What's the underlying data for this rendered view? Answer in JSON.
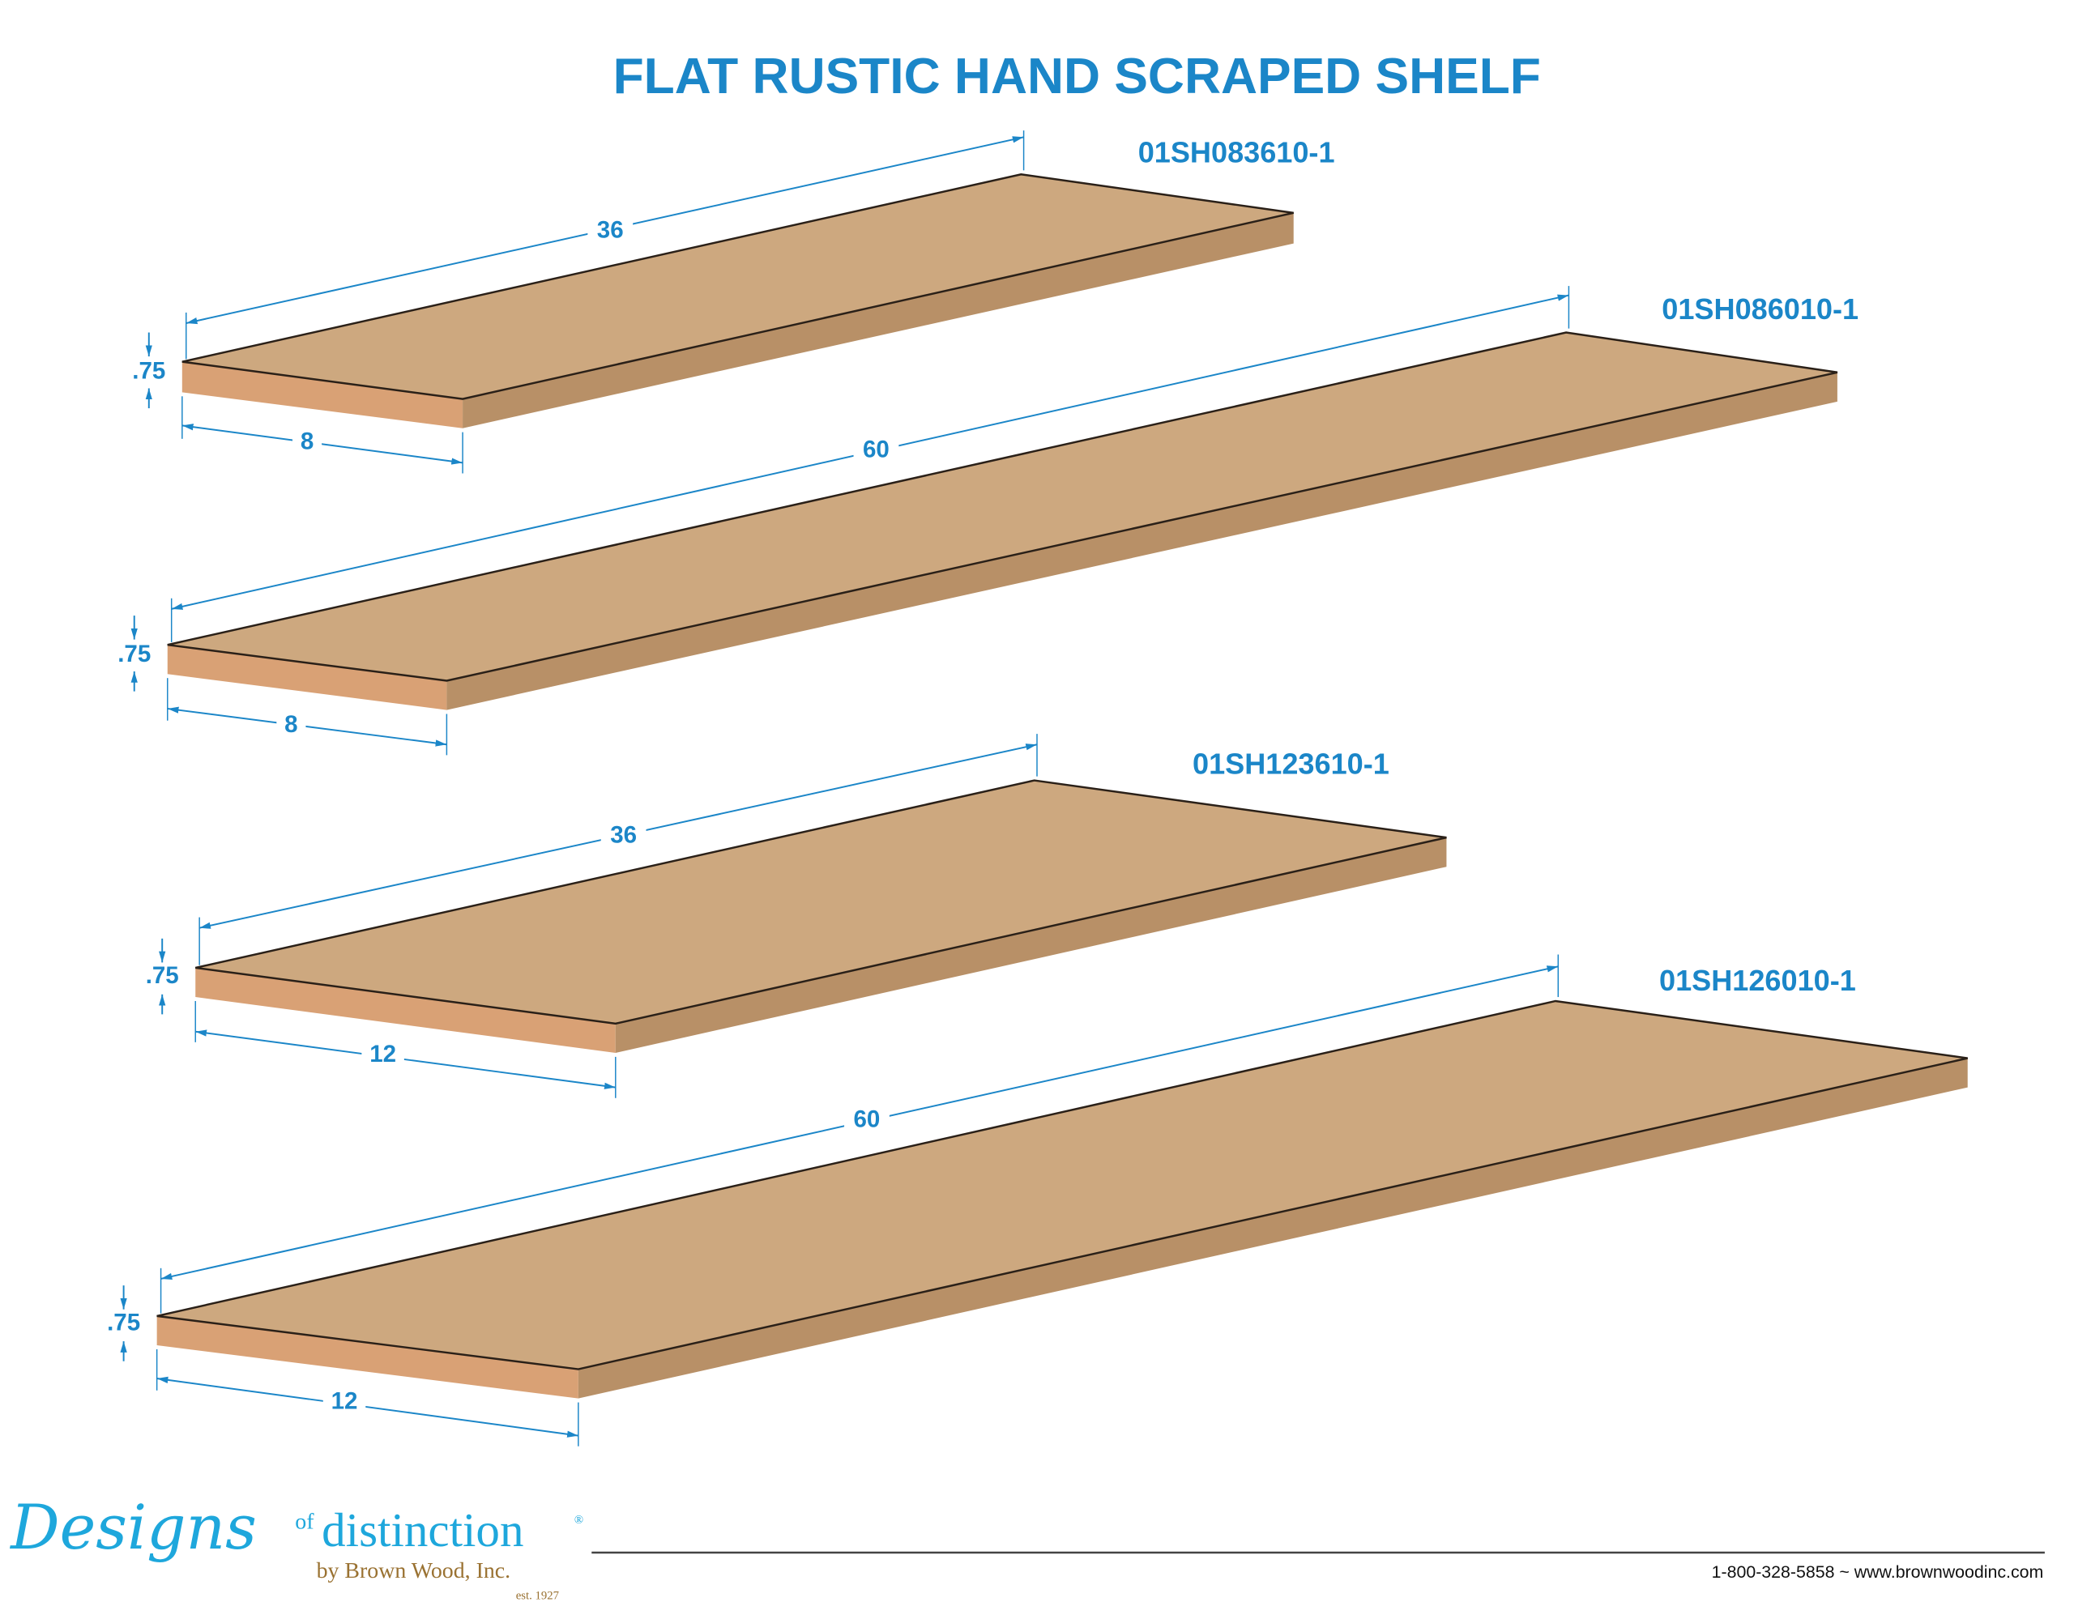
{
  "title": "FLAT RUSTIC HAND SCRAPED SHELF",
  "shelves": [
    {
      "part_number": "01SH083610-1",
      "length": "36",
      "width": "8",
      "thickness": ".75"
    },
    {
      "part_number": "01SH086010-1",
      "length": "60",
      "width": "8",
      "thickness": ".75"
    },
    {
      "part_number": "01SH123610-1",
      "length": "36",
      "width": "12",
      "thickness": ".75"
    },
    {
      "part_number": "01SH126010-1",
      "length": "60",
      "width": "12",
      "thickness": ".75"
    }
  ],
  "footer": {
    "logo_designs": "Designs",
    "logo_of": "of",
    "logo_distinction": "distinction",
    "logo_registered": "®",
    "logo_by": "by Brown Wood, Inc.",
    "logo_est": "est. 1927",
    "contact": "1-800-328-5858 ~ www.brownwoodinc.com"
  },
  "colors": {
    "accent": "#1b86c8",
    "wood_top": "#cda87f",
    "wood_side": "#b89067",
    "wood_end": "#d9a175"
  }
}
